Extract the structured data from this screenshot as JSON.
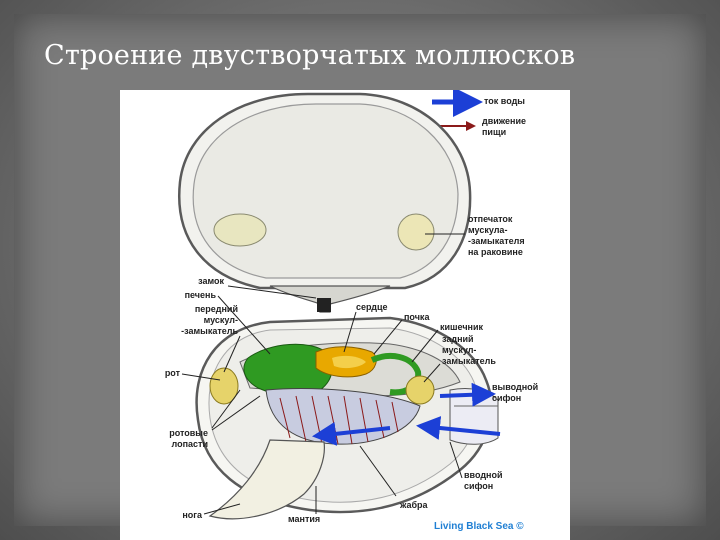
{
  "slide": {
    "title": "Строение двустворчатых моллюсков"
  },
  "figure": {
    "legend": {
      "water_flow": "ток воды",
      "food_movement": "движение\nпищи"
    },
    "labels": {
      "muscle_imprint": "отпечаток\nмускула-\n-замыкателя\nна раковине",
      "hinge": "замок",
      "liver": "печень",
      "anterior_muscle": "передний\nмускул-\n-замыкатель",
      "heart": "сердце",
      "kidney": "почка",
      "intestine": "кишечник",
      "posterior_muscle": "задний\nмускул-\nзамыкатель",
      "mouth": "рот",
      "exhalant_siphon": "выводной\nсифон",
      "oral_lobes": "ротовые\nлопасти",
      "inhalant_siphon": "вводной\nсифон",
      "gill": "жабра",
      "foot": "нога",
      "mantle": "мантия"
    },
    "credit": "Living Black Sea ©",
    "colors": {
      "water_arrow": "#1c3fd6",
      "food_arrow": "#8b1a1a",
      "liver": "#2f9a22",
      "kidney": "#e8a800",
      "muscle": "#e6d36a",
      "brand": "#1f7fd3"
    }
  }
}
